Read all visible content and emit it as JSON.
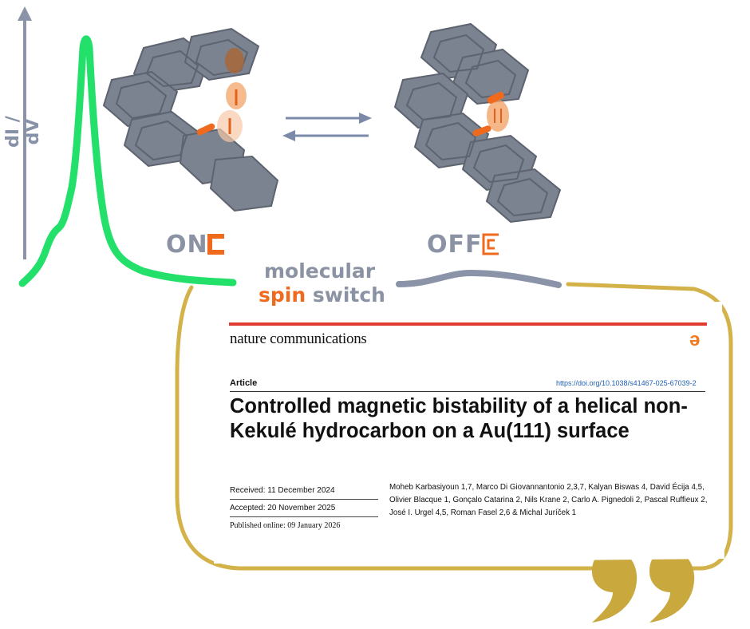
{
  "figure": {
    "y_axis_label": "dI / dV",
    "on_label": "ON",
    "off_label": "OFF",
    "title_line1": "molecular",
    "title_spin": "spin",
    "title_switch": " switch",
    "colors": {
      "peak_curve": "#22e06a",
      "off_curve": "#8a93a8",
      "accent_orange": "#f06a1e",
      "gold_frame": "#d4b24a",
      "molecule_gray": "#7b8290"
    }
  },
  "paper": {
    "journal": "nature communications",
    "open_access_icon": "open-access-icon",
    "article_type": "Article",
    "doi": "https://doi.org/10.1038/s41467-025-67039-2",
    "title": "Controlled magnetic bistability of a helical non-Kekulé hydrocarbon on a Au(111) surface",
    "received": "Received: 11 December 2024",
    "accepted": "Accepted: 20 November 2025",
    "published": "Published online: 09 January 2026",
    "authors": "Moheb Karbasiyoun 1,7, Marco Di Giovannantonio 2,3,7, Kalyan Biswas 4, David Écija 4,5, Olivier Blacque 1, Gonçalo Catarina 2, Nils Krane 2, Carlo A. Pignedoli 2, Pascal Ruffieux 2, José I. Urgel 4,5, Roman Fasel 2,6 & Michal Juríček 1"
  }
}
